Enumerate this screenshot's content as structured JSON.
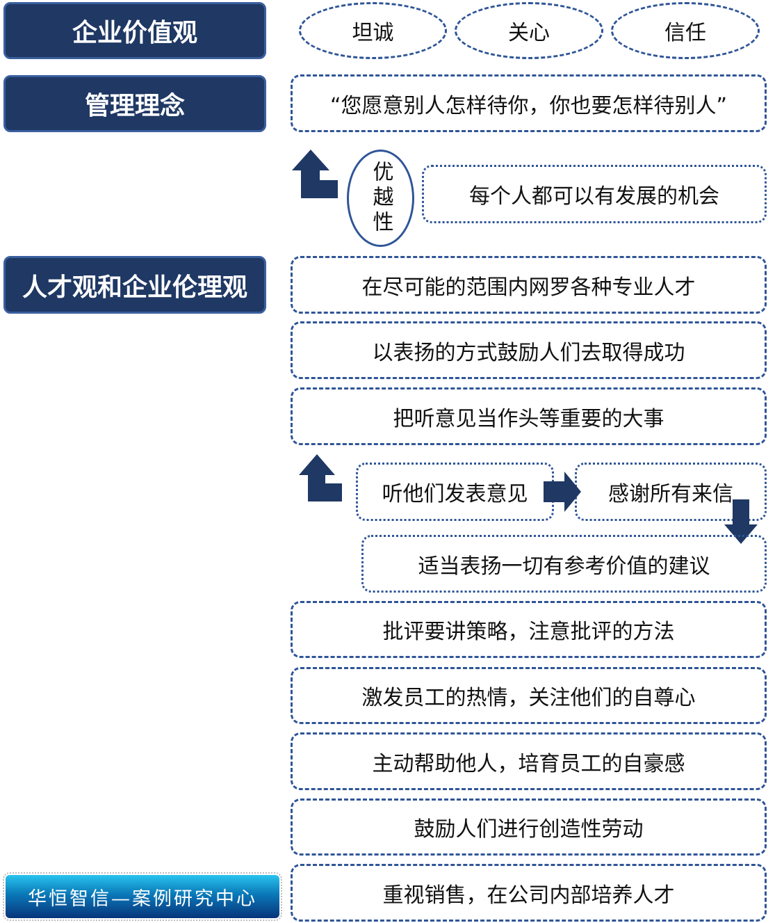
{
  "left_labels": {
    "values": "企业价值观",
    "management": "管理理念",
    "talent": "人才观和企业伦理观"
  },
  "values": [
    "坦诚",
    "关心",
    "信任"
  ],
  "quote": "“您愿意别人怎样待你，你也要怎样待别人”",
  "superiority": "优越性",
  "opportunity": "每个人都可以有发展的机会",
  "rows_top": [
    "在尽可能的范围内网罗各种专业人才",
    "以表扬的方式鼓励人们去取得成功",
    "把听意见当作头等重要的大事"
  ],
  "flow": {
    "listen": "听他们发表意见",
    "thanks": "感谢所有来信",
    "praise": "适当表扬一切有参考价值的建议"
  },
  "rows_bottom": [
    "批评要讲策略，注意批评的方法",
    "激发员工的热情，关注他们的自尊心",
    "主动帮助他人，培育员工的自豪感",
    "鼓励人们进行创造性劳动",
    "重视销售，在公司内部培养人才"
  ],
  "logo_text": "华恒智信—案例研究中心",
  "colors": {
    "navy": "#1f3864",
    "border": "#2f5597"
  }
}
